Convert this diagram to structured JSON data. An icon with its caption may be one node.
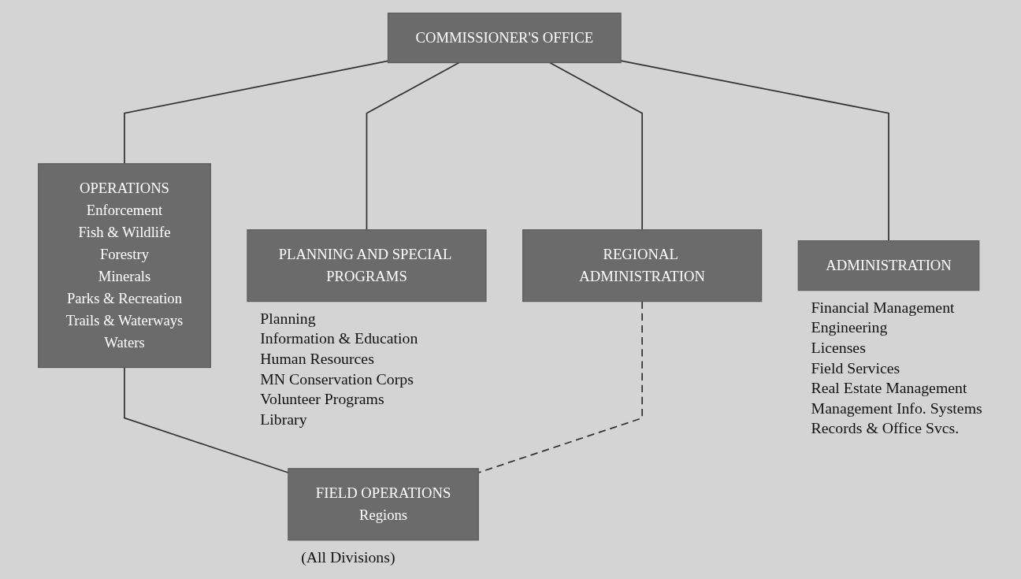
{
  "diagram": {
    "nodes": [
      {
        "text": [
          "COMMISSIONER'S OFFICE"
        ]
      },
      {
        "text": [
          "REGIONAL ADMINISTRATION"
        ]
      },
      {
        "text": [
          "PLANNING AND SPECIAL PROGRAMS"
        ],
        "beside": [
          "Planning",
          "Information & Education",
          "Human Resources",
          "MN Conservation Corps",
          "Volunteer Programs",
          "Library"
        ]
      },
      {
        "text": [
          "OPERATIONS",
          "Enforcement",
          "Fish & Wildlife",
          "Forestry",
          "Minerals",
          "Parks & Recreation",
          "Trails & Waterways",
          "Waters"
        ]
      },
      {
        "text": [
          "ADMINISTRATION"
        ],
        "beside": [
          "Financial Management",
          "Engineering",
          "Licenses",
          "Field Services",
          "Real Estate Management",
          "Management Info. Systems",
          "Records & Office Svcs."
        ]
      },
      {
        "text": [
          "FIELD OPERATIONS",
          "Regions"
        ],
        "beside": [
          "(All Divisions)"
        ]
      }
    ],
    "edges": [
      {
        "from": 0,
        "to": 1,
        "arrow": "none"
      },
      {
        "from": 0,
        "to": 2,
        "arrow": "none"
      },
      {
        "from": 0,
        "to": 3,
        "arrow": "none"
      },
      {
        "from": 0,
        "to": 4,
        "arrow": "none"
      },
      {
        "from": 3,
        "to": 5,
        "arrow": "none"
      },
      {
        "from": 1,
        "to": 5,
        "arrow": "none",
        "style": "dashed"
      }
    ]
  }
}
